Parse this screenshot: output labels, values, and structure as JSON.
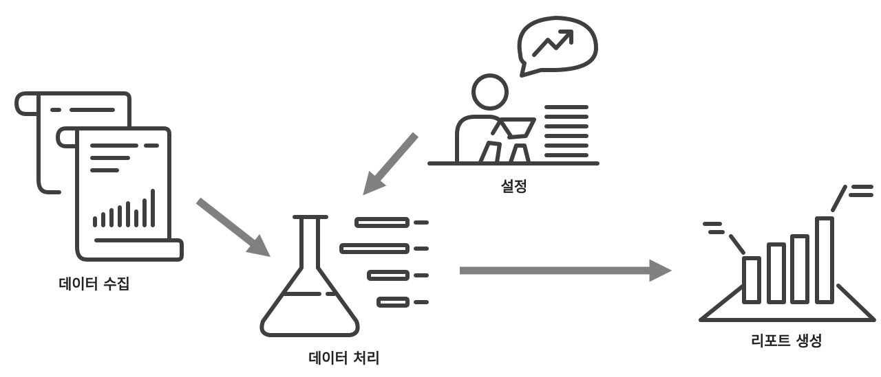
{
  "labels": {
    "collect": "데이터 수집",
    "process": "데이터 처리",
    "settings": "설정",
    "report": "리포트 생성"
  },
  "colors": {
    "icon": "#3f3f3f",
    "arrow": "#808080",
    "label": "#222222"
  },
  "icons": {
    "collect": "document-scroll-with-bar-chart-icon",
    "process": "lab-flask-icon",
    "settings": "person-at-desk-with-rising-chart-icon",
    "report": "bar-chart-report-icon"
  }
}
